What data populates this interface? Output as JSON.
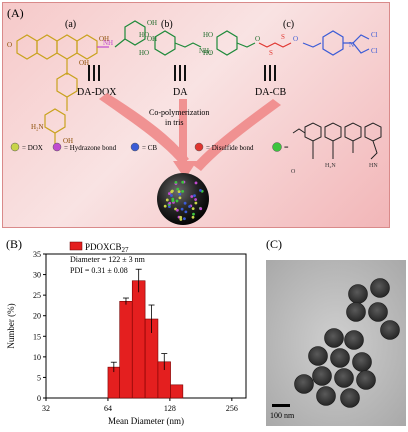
{
  "panel_a": {
    "label": "(A)",
    "sub_a": "(a)",
    "sub_b": "(b)",
    "sub_c": "(c)",
    "name_a": "DA-DOX",
    "name_b": "DA",
    "name_c": "DA-CB",
    "process": [
      "Co-polymerization",
      "in tris"
    ],
    "legend": [
      {
        "color": "#c8d44a",
        "label": "= DOX"
      },
      {
        "color": "#c04ad0",
        "label": "= Hydrazone bond"
      },
      {
        "color": "#3b5bd6",
        "label": "= CB"
      },
      {
        "color": "#e0352f",
        "label": "= Disulfide bond"
      },
      {
        "color": "#3ec43e",
        "label": "="
      }
    ],
    "chem_labels": {
      "oh": "OH",
      "nh": "NH",
      "ho": "HO",
      "nh2": "NH₂",
      "cl": "Cl",
      "n": "N",
      "o": "O",
      "s": "S",
      "h2n": "H₂N",
      "hn": "HN"
    }
  },
  "panel_b": {
    "label": "(B)",
    "legend": "PDOXCB",
    "legend_sub": "27",
    "diameter": "Diameter = 122 ± 3 nm",
    "pdi": "PDI = 0.31 ± 0.08"
  },
  "panel_c": {
    "label": "(C)",
    "scale": "100 nm"
  },
  "chart_data": {
    "type": "bar",
    "x_scale": "log2",
    "xlabel": "Mean Diameter (nm)",
    "ylabel": "Number (%)",
    "xticks": [
      32,
      64,
      128,
      256
    ],
    "yticks": [
      0,
      5,
      10,
      15,
      20,
      25,
      30,
      35
    ],
    "ylim": [
      0,
      35
    ],
    "xlim": [
      32,
      300
    ],
    "bars": [
      {
        "x0": 64,
        "x1": 73,
        "value": 7.5,
        "err": 1.2
      },
      {
        "x0": 73,
        "x1": 84,
        "value": 23.5,
        "err": 0.8
      },
      {
        "x0": 84,
        "x1": 97,
        "value": 28.5,
        "err": 2.8
      },
      {
        "x0": 97,
        "x1": 112,
        "value": 19.2,
        "err": 3.4
      },
      {
        "x0": 112,
        "x1": 129,
        "value": 8.8,
        "err": 2.0
      },
      {
        "x0": 129,
        "x1": 148,
        "value": 3.2,
        "err": 0
      }
    ],
    "bar_color": "#e41f1f"
  }
}
